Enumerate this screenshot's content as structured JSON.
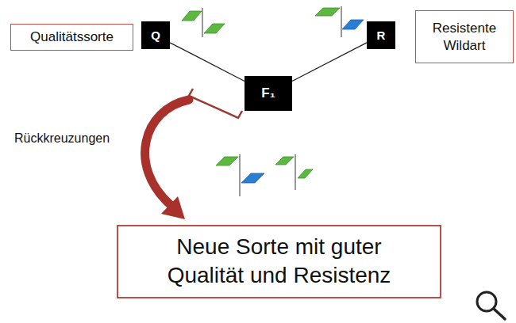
{
  "diagram": {
    "nodes": [
      {
        "text": [
          "Qualitätssorte"
        ]
      },
      {
        "text": [
          "Q"
        ]
      },
      {
        "text": [
          "R"
        ]
      },
      {
        "text": [
          "Resistente Wildart"
        ]
      },
      {
        "text": [
          "F₁"
        ]
      },
      {
        "text": [
          "Neue Sorte mit guter Qualität und Resistenz"
        ]
      }
    ],
    "edges": [
      {
        "from": 1,
        "to": 4,
        "arrow": "none"
      },
      {
        "from": 2,
        "to": 4,
        "arrow": "none"
      }
    ],
    "labels": [
      "Rückkreuzungen"
    ]
  }
}
